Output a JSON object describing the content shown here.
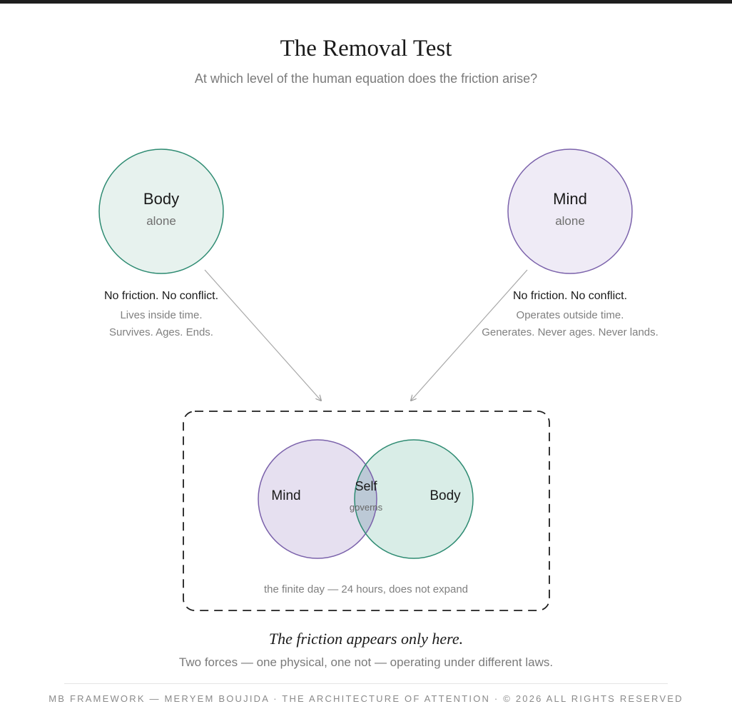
{
  "header": {
    "title": "The Removal Test",
    "subtitle": "At which level of the human equation does the friction arise?"
  },
  "left_node": {
    "name": "Body",
    "qualifier": "alone",
    "headline": "No friction. No conflict.",
    "line1": "Lives inside time.",
    "line2": "Survives. Ages. Ends."
  },
  "right_node": {
    "name": "Mind",
    "qualifier": "alone",
    "headline": "No friction. No conflict.",
    "line1": "Operates outside time.",
    "line2": "Generates. Never ages. Never lands."
  },
  "venn": {
    "left_label": "Mind",
    "right_label": "Body",
    "overlap_label": "Self",
    "overlap_sublabel": "governs",
    "container_caption": "the finite day — 24 hours, does not expand"
  },
  "conclusion": {
    "statement": "The friction appears only here.",
    "explanation": "Two forces — one physical, one not — operating under different laws."
  },
  "footer": {
    "text": "MB FRAMEWORK — MERYEM BOUJIDA · THE ARCHITECTURE OF ATTENTION · © 2026 ALL RIGHTS RESERVED"
  },
  "colors": {
    "body_green": "#2e8b72",
    "body_fill": "#e7f2ee",
    "mind_purple": "#7b62ab",
    "mind_fill": "#efebf6",
    "venn_mind_fill": "#e6e0f0",
    "venn_body_fill": "#d9ede7",
    "overlap_fill": "#bcc9d6"
  }
}
